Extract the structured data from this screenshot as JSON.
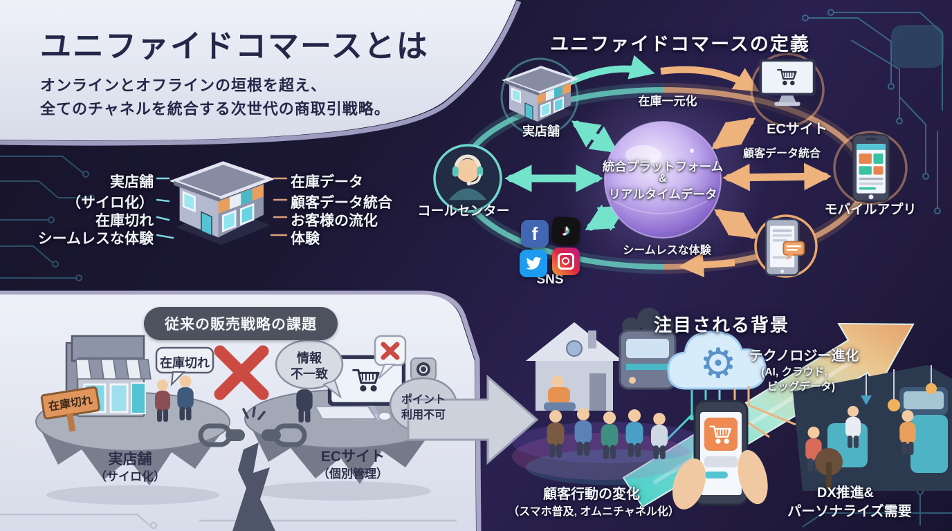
{
  "page": {
    "title": "ユニファイドコマースとは",
    "subtitle1": "オンラインとオフラインの垣根を超え、",
    "subtitle2": "全てのチャネルを統合する次世代の商取引戦略。"
  },
  "store_callouts": {
    "left": [
      "実店舗",
      "（サイロ化）",
      "在庫切れ",
      "シームレスな体験"
    ],
    "right": [
      "在庫データ",
      "顧客データ統合",
      "お客様の流化",
      "体験"
    ]
  },
  "definition": {
    "heading": "ユニファイドコマースの定義",
    "platform_line1": "統合プラットフォーム",
    "platform_line2": "&",
    "platform_line3": "リアルタイムデータ",
    "node_store": "実店舗",
    "node_ec": "ECサイト",
    "node_call_center": "コールセンター",
    "node_mobile": "モバイルアプリ",
    "node_sns": "SNS",
    "flow_inventory": "在庫一元化",
    "flow_customer_data": "顧客データ統合",
    "flow_seamless": "シームレスな体験"
  },
  "challenges": {
    "heading": "従来の販売戦略の課題",
    "bubble_stockout": "在庫切れ",
    "sign_stockout": "在庫切れ",
    "bubble_mismatch1": "情報",
    "bubble_mismatch2": "不一致",
    "bubble_points1": "ポイント",
    "bubble_points2": "利用不可",
    "store_label": "実店舗",
    "store_sub": "（サイロ化）",
    "ec_label": "ECサイト",
    "ec_sub": "（個別管理）"
  },
  "background": {
    "heading": "注目される背景",
    "tech_title": "テクノロジー進化",
    "tech_sub1": "(AI, クラウド,",
    "tech_sub2": "ビッグデータ)",
    "behavior_title": "顧客行動の変化",
    "behavior_sub": "（スマホ普及, オムニチャネル化）",
    "dx_line1": "DX推進&",
    "dx_line2": "パーソナライズ需要"
  },
  "icons": {
    "sns": [
      "facebook-icon",
      "tiktok-icon",
      "twitter-icon",
      "instagram-icon"
    ],
    "sns_glyph_facebook": "f",
    "sns_glyph_tiktok": "♪",
    "center_sphere": "glowing-globe-sphere",
    "call_center": "headset-agent-icon",
    "tech": "cloud-gear-icon",
    "gear_glyph": "⚙",
    "growth": "rising-arrow"
  },
  "colors": {
    "teal_accent": "#74e3cc",
    "orange_accent": "#eeb27d",
    "alert_red": "#c9483f",
    "panel_light": "#eaedf5",
    "background_dark": "#191631",
    "sphere_glow": "#9b7fd4",
    "pill_dark": "#4d525e"
  }
}
